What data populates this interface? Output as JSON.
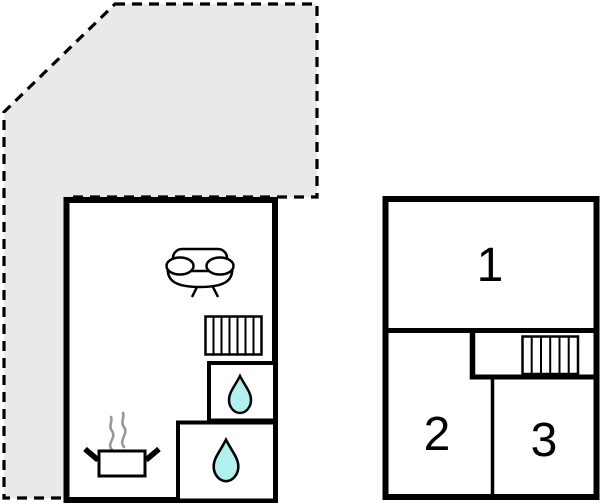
{
  "floorplan": {
    "colors": {
      "wall": "#000000",
      "terrace_fill": "#e9e9e9",
      "terrace_outline": "#000000",
      "water_drop_fill": "#b2f0f0",
      "steam": "#999999",
      "background": "#ffffff"
    },
    "ground_floor": {
      "icons": [
        "sofa-icon",
        "stairs-icon",
        "water-drop-icon",
        "water-drop-icon",
        "cooking-pot-icon",
        "steam-icon"
      ]
    },
    "first_floor": {
      "rooms": [
        {
          "label": "1"
        },
        {
          "label": "2"
        },
        {
          "label": "3"
        }
      ],
      "icons": [
        "stairs-icon"
      ]
    }
  }
}
